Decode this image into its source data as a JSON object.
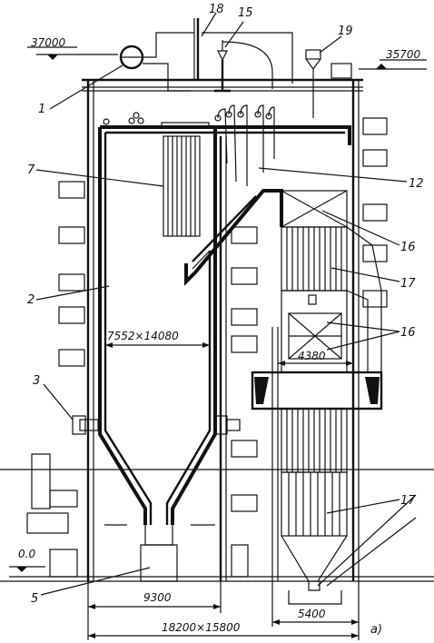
{
  "drawing": {
    "elevations": {
      "top_left": "37000",
      "top_right": "35700",
      "ground": "0.0"
    },
    "dimensions": {
      "furnace_section": "7552×14080",
      "convective_width": "4380",
      "hopper_span": "9300",
      "bottom_width": "5400",
      "overall": "18200×15800"
    },
    "part_labels": [
      "1",
      "2",
      "3",
      "5",
      "7",
      "12",
      "15",
      "16",
      "16",
      "17",
      "17",
      "18",
      "19"
    ],
    "figure_label": "а)"
  }
}
